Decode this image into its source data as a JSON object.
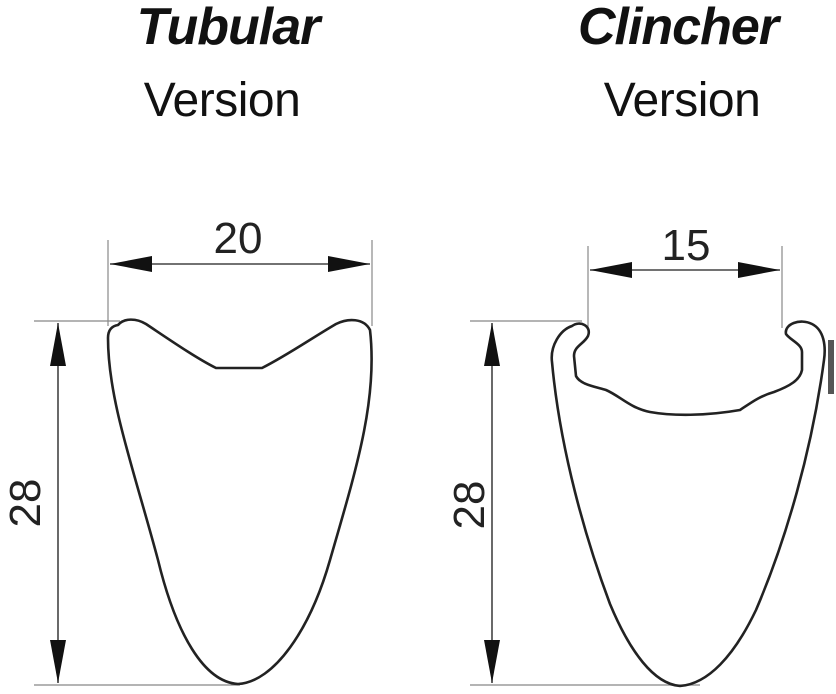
{
  "tubular": {
    "name": "Tubular",
    "version_label": "Version",
    "width": "20",
    "height": "28"
  },
  "clincher": {
    "name": "Clincher",
    "version_label": "Version",
    "width": "15",
    "height": "28"
  }
}
